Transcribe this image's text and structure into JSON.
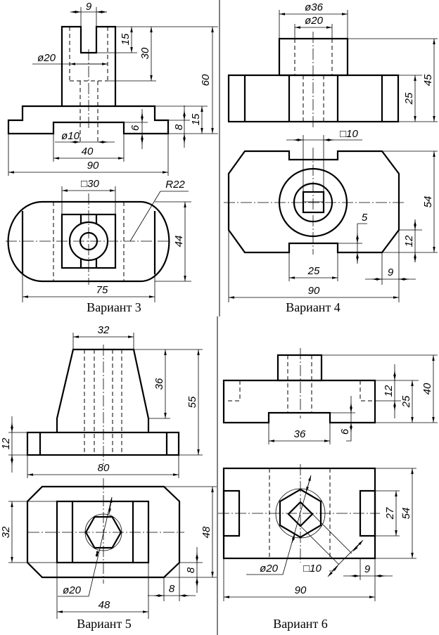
{
  "variants": [
    {
      "caption": "Вариант 3",
      "dims": [
        "9",
        "15",
        "30",
        "60",
        "ø20",
        "ø10",
        "6",
        "8",
        "15",
        "40",
        "90",
        "□30",
        "R22",
        "44",
        "75"
      ]
    },
    {
      "caption": "Вариант 4",
      "dims": [
        "ø36",
        "ø20",
        "45",
        "25",
        "□10",
        "54",
        "5",
        "12",
        "25",
        "9",
        "90"
      ]
    },
    {
      "caption": "Вариант 5",
      "dims": [
        "32",
        "36",
        "55",
        "12",
        "80",
        "32",
        "48",
        "8",
        "8",
        "ø20",
        "48"
      ]
    },
    {
      "caption": "Вариант 6",
      "dims": [
        "12",
        "25",
        "40",
        "36",
        "6",
        "27",
        "54",
        "ø20",
        "□10",
        "9",
        "90"
      ]
    }
  ]
}
